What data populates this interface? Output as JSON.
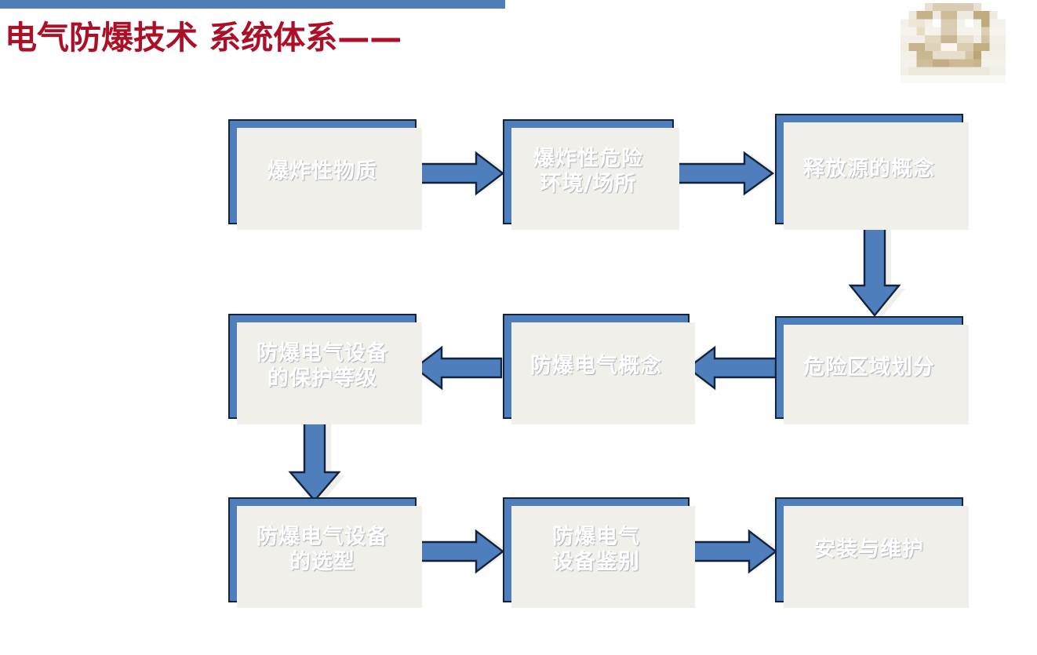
{
  "header": {
    "title": "电气防爆技术 系统体系——",
    "title_color": "#AD0F26",
    "bar_color": "#4E7FBC",
    "logo_name": "institution-logo-watermark"
  },
  "theme": {
    "box_fill": "#4E7FBC",
    "box_border": "#12243D",
    "box_text": "#FFFFFF",
    "shadow": "#F1EFEA",
    "background": "#FFFFFF"
  },
  "flowchart": {
    "type": "process-flow",
    "rows": 3,
    "columns": 3,
    "nodes": [
      {
        "id": "n1",
        "label": "爆炸性物质",
        "row": 1,
        "col": 1
      },
      {
        "id": "n2",
        "label": "爆炸性危险\n环境/场所",
        "row": 1,
        "col": 2
      },
      {
        "id": "n3",
        "label": "释放源的概念",
        "row": 1,
        "col": 3
      },
      {
        "id": "n4",
        "label": "防爆电气设备\n的保护等级",
        "row": 2,
        "col": 1
      },
      {
        "id": "n5",
        "label": "防爆电气概念",
        "row": 2,
        "col": 2
      },
      {
        "id": "n6",
        "label": "危险区域划分",
        "row": 2,
        "col": 3
      },
      {
        "id": "n7",
        "label": "防爆电气设备\n的选型",
        "row": 3,
        "col": 1
      },
      {
        "id": "n8",
        "label": "防爆电气\n设备鉴别",
        "row": 3,
        "col": 2
      },
      {
        "id": "n9",
        "label": "安装与维护",
        "row": 3,
        "col": 3
      }
    ],
    "edges": [
      {
        "from": "n1",
        "to": "n2",
        "direction": "right"
      },
      {
        "from": "n2",
        "to": "n3",
        "direction": "right"
      },
      {
        "from": "n3",
        "to": "n6",
        "direction": "down"
      },
      {
        "from": "n6",
        "to": "n5",
        "direction": "left"
      },
      {
        "from": "n5",
        "to": "n4",
        "direction": "left"
      },
      {
        "from": "n4",
        "to": "n7",
        "direction": "down"
      },
      {
        "from": "n7",
        "to": "n8",
        "direction": "right"
      },
      {
        "from": "n8",
        "to": "n9",
        "direction": "right"
      }
    ]
  }
}
